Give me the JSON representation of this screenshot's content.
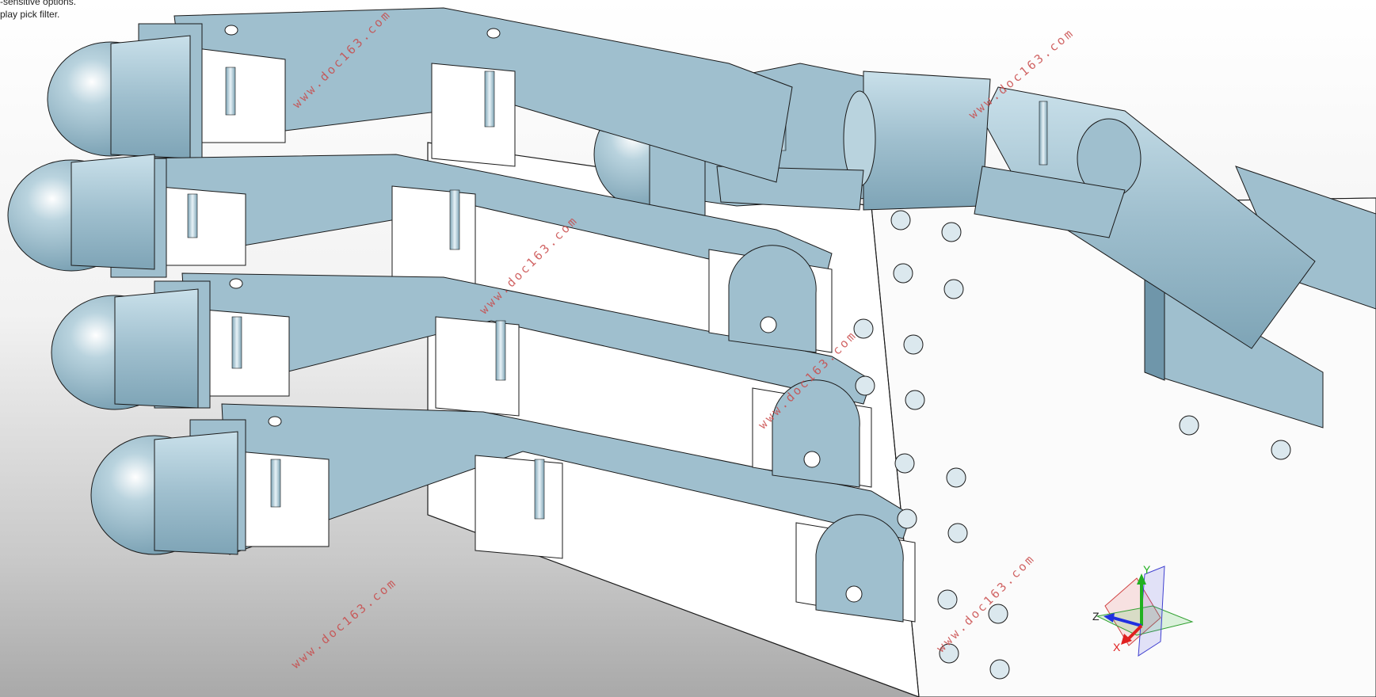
{
  "hint": {
    "line1": "-sensitive options.",
    "line2": "play pick filter."
  },
  "watermark": {
    "text": "www.doc163.com"
  },
  "triad": {
    "x": "X",
    "y": "Y",
    "z": "Z"
  },
  "colors": {
    "part_fill": "#9fbfce",
    "part_dark": "#6f96aa",
    "part_light": "#c9e0ea",
    "plate": "#ffffff",
    "edge": "#1a1a1a",
    "watermark": "#c94a4a",
    "axis_x": "#e02020",
    "axis_y": "#20b020",
    "axis_z": "#2030e0"
  },
  "scene": {
    "type": "cad-3d-viewport",
    "model": "robotic-hand-assembly",
    "finger_count": 4
  }
}
